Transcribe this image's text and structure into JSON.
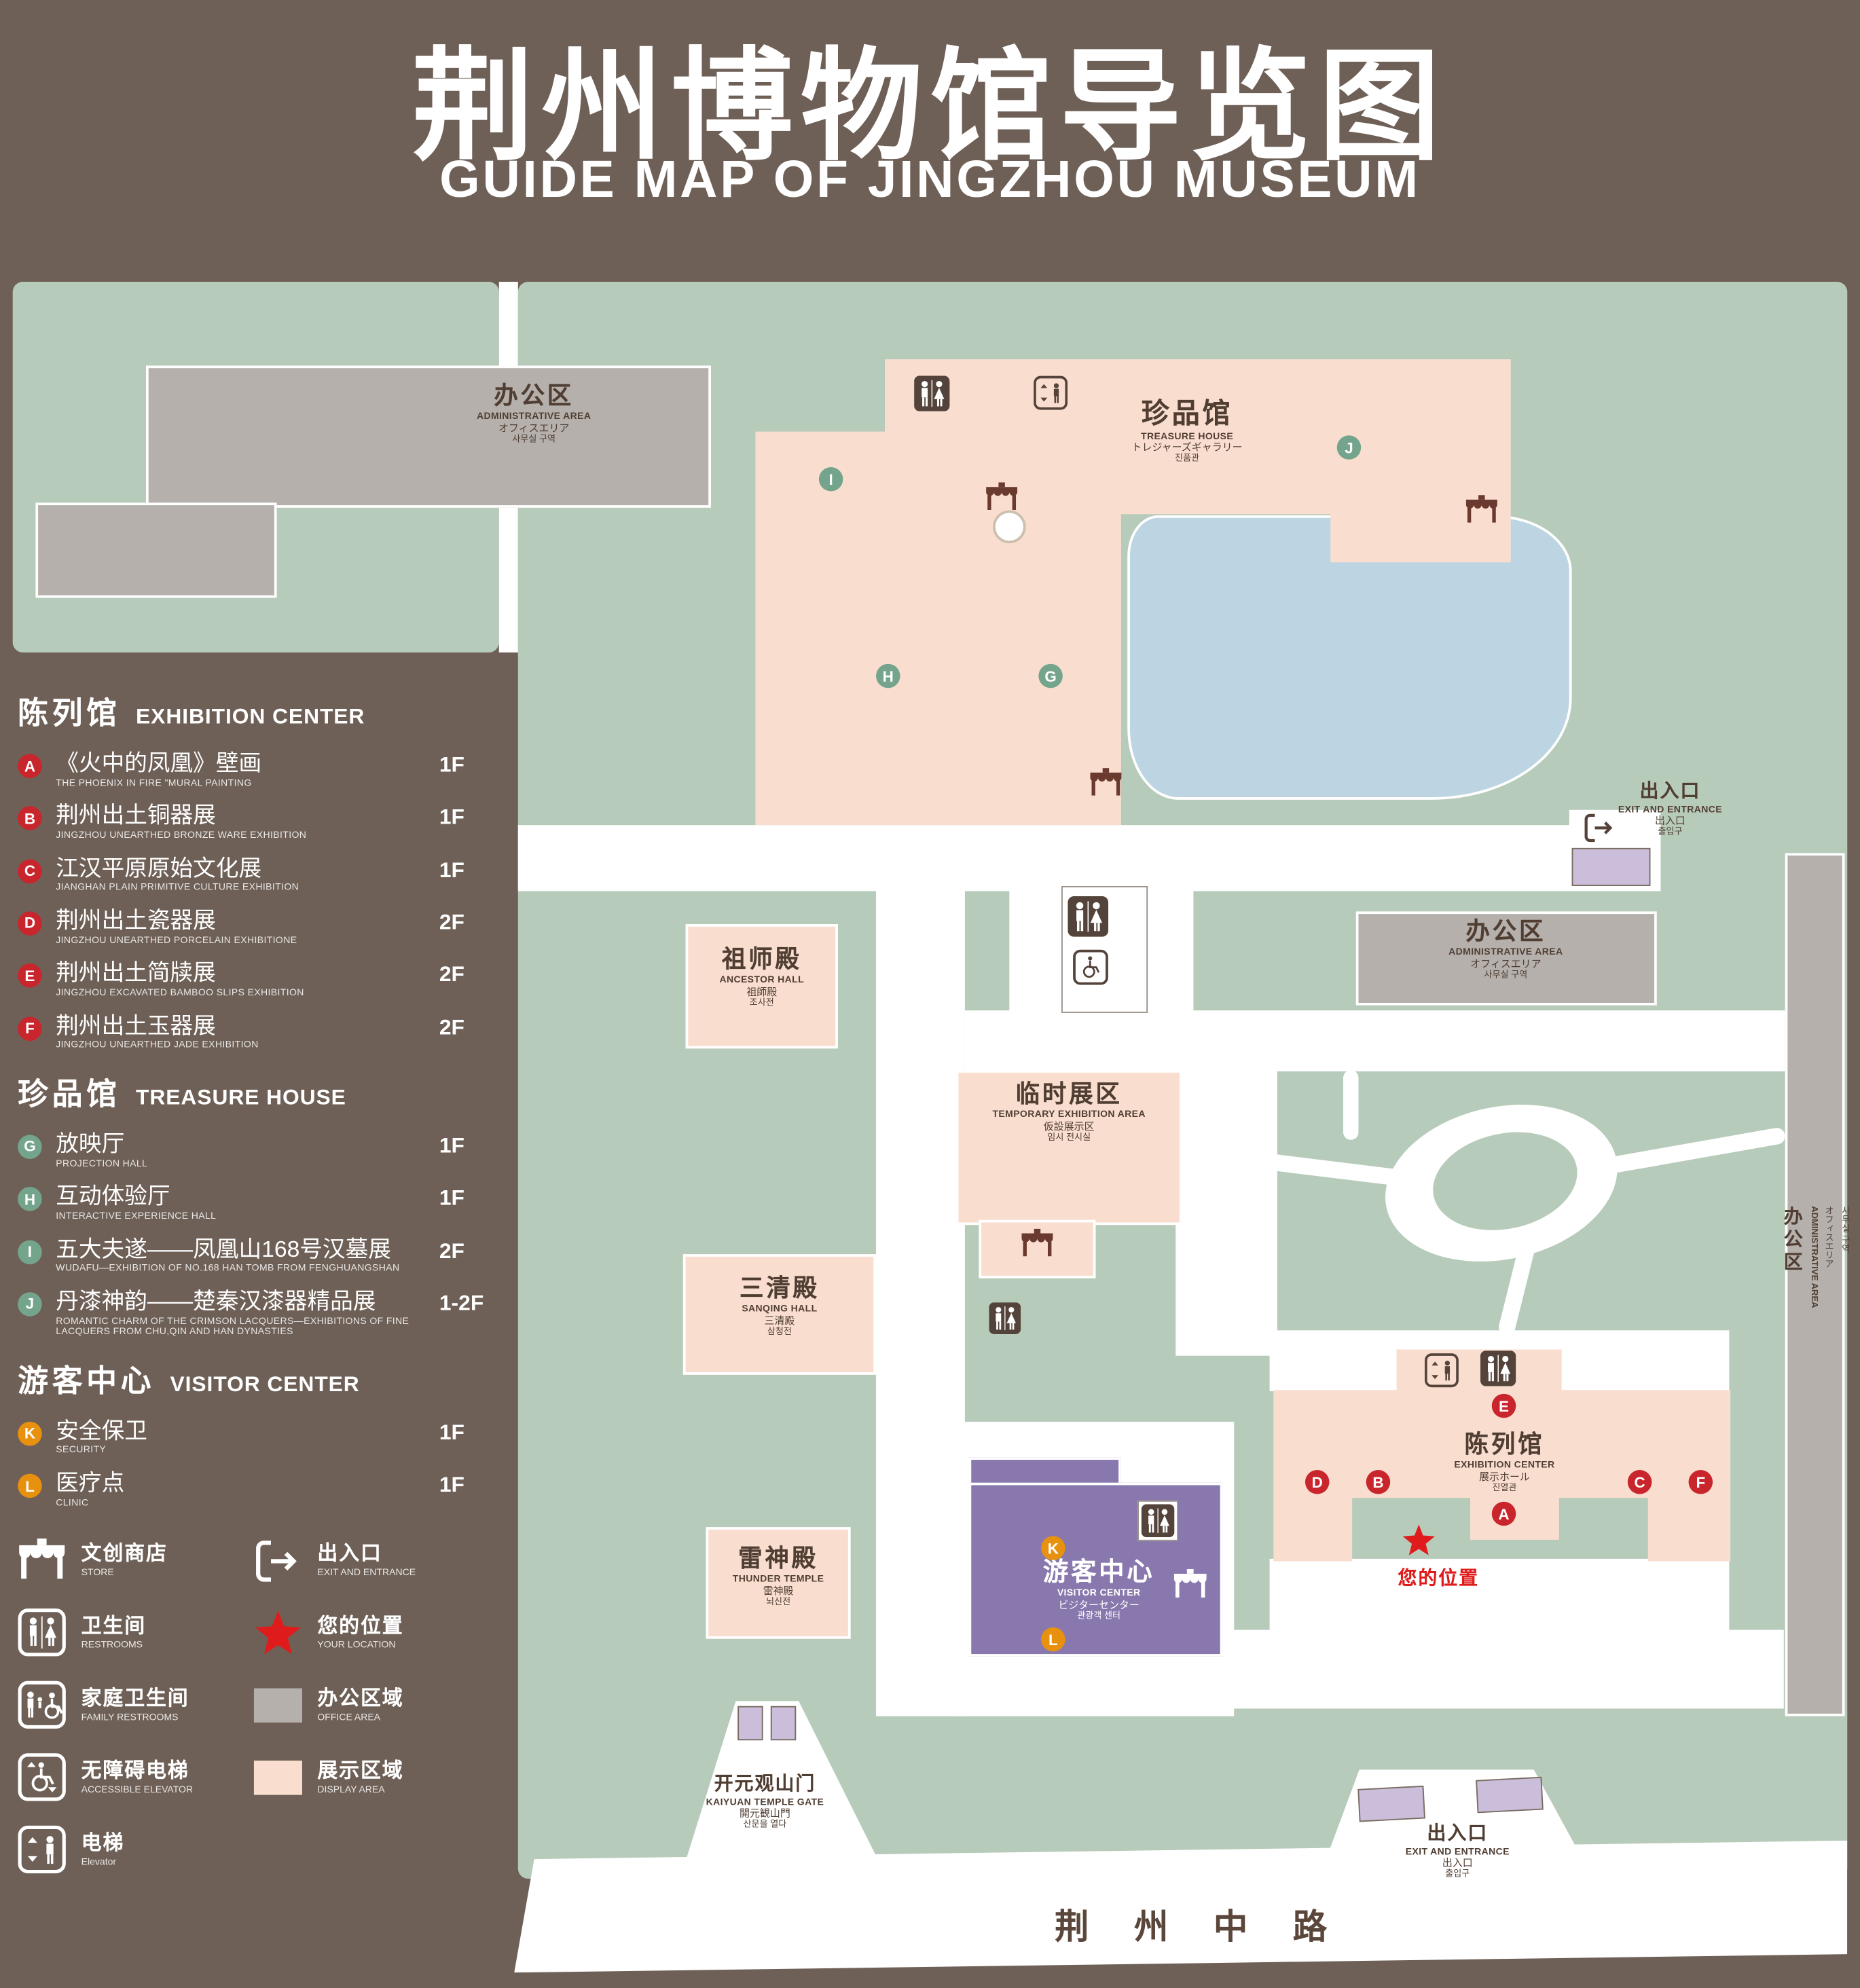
{
  "title": {
    "zh": "荆州博物馆导览图",
    "en": "GUIDE MAP OF JINGZHOU MUSEUM"
  },
  "colors": {
    "background": "#6e6057",
    "grounds_green": "#b7cbba",
    "display_area": "#f9ded0",
    "office_area": "#b5b0ab",
    "pond_blue": "#bdd5e2",
    "visitor_purple": "#8878ad",
    "entrance_lavender": "#cbbedb",
    "marker_red": "#c9252c",
    "marker_green": "#74a58c",
    "marker_orange": "#e8910f",
    "location_red": "#e01b1b",
    "dark_text": "#503e33"
  },
  "legend": {
    "sections": [
      {
        "zh": "陈列馆",
        "en": "EXHIBITION CENTER",
        "items": [
          {
            "letter": "A",
            "zh": "《火中的凤凰》壁画",
            "en": "THE PHOENIX IN FIRE \"MURAL PAINTING",
            "floor": "1F"
          },
          {
            "letter": "B",
            "zh": "荆州出土铜器展",
            "en": "JINGZHOU UNEARTHED BRONZE WARE EXHIBITION",
            "floor": "1F"
          },
          {
            "letter": "C",
            "zh": "江汉平原原始文化展",
            "en": "JIANGHAN PLAIN PRIMITIVE CULTURE EXHIBITION",
            "floor": "1F"
          },
          {
            "letter": "D",
            "zh": "荆州出土瓷器展",
            "en": "JINGZHOU UNEARTHED PORCELAIN EXHIBITIONE",
            "floor": "2F"
          },
          {
            "letter": "E",
            "zh": "荆州出土简牍展",
            "en": "JINGZHOU EXCAVATED BAMBOO SLIPS EXHIBITION",
            "floor": "2F"
          },
          {
            "letter": "F",
            "zh": "荆州出土玉器展",
            "en": "JINGZHOU UNEARTHED JADE EXHIBITION",
            "floor": "2F"
          }
        ]
      },
      {
        "zh": "珍品馆",
        "en": "TREASURE HOUSE",
        "items": [
          {
            "letter": "G",
            "zh": "放映厅",
            "en": "PROJECTION HALL",
            "floor": "1F"
          },
          {
            "letter": "H",
            "zh": "互动体验厅",
            "en": "INTERACTIVE EXPERIENCE HALL",
            "floor": "1F"
          },
          {
            "letter": "I",
            "zh": "五大夫遂——凤凰山168号汉墓展",
            "en": "WUDAFU—EXHIBITION OF NO.168 HAN TOMB FROM FENGHUANGSHAN",
            "floor": "2F"
          },
          {
            "letter": "J",
            "zh": "丹漆神韵——楚秦汉漆器精品展",
            "en": "ROMANTIC CHARM OF THE CRIMSON LACQUERS—EXHIBITIONS OF FINE LACQUERS FROM CHU,QIN AND HAN DYNASTIES",
            "floor": "1-2F"
          }
        ]
      },
      {
        "zh": "游客中心",
        "en": "VISITOR CENTER",
        "items": [
          {
            "letter": "K",
            "zh": "安全保卫",
            "en": "SECURITY",
            "floor": "1F"
          },
          {
            "letter": "L",
            "zh": "医疗点",
            "en": "CLINIC",
            "floor": "1F"
          }
        ]
      }
    ],
    "symbols": [
      {
        "zh": "文创商店",
        "en": "STORE"
      },
      {
        "zh": "出入口",
        "en": "EXIT AND ENTRANCE"
      },
      {
        "zh": "卫生间",
        "en": "RESTROOMS"
      },
      {
        "zh": "您的位置",
        "en": "YOUR LOCATION"
      },
      {
        "zh": "家庭卫生间",
        "en": "FAMILY RESTROOMS"
      },
      {
        "zh": "办公区域",
        "en": "OFFICE AREA"
      },
      {
        "zh": "无障碍电梯",
        "en": "ACCESSIBLE ELEVATOR"
      },
      {
        "zh": "展示区域",
        "en": "DISPLAY AREA"
      },
      {
        "zh": "电梯",
        "en": "Elevator"
      }
    ]
  },
  "map": {
    "buildings": {
      "admin": {
        "zh": "办公区",
        "en": "ADMINISTRATIVE AREA",
        "ja": "オフィスエリア",
        "ko": "사무실 구역"
      },
      "treasure": {
        "zh": "珍品馆",
        "en": "TREASURE HOUSE",
        "ja": "トレジャーズギャラリー",
        "ko": "진품관"
      },
      "ancestor": {
        "zh": "祖师殿",
        "en": "ANCESTOR HALL",
        "ja": "祖師殿",
        "ko": "조사전"
      },
      "temporary": {
        "zh": "临时展区",
        "en": "TEMPORARY EXHIBITION AREA",
        "ja": "仮設展示区",
        "ko": "임시 전시실"
      },
      "sanqing": {
        "zh": "三清殿",
        "en": "SANQING HALL",
        "ja": "三清殿",
        "ko": "삼청전"
      },
      "thunder": {
        "zh": "雷神殿",
        "en": "THUNDER TEMPLE",
        "ja": "雷神殿",
        "ko": "뇌신전"
      },
      "visitor": {
        "zh": "游客中心",
        "en": "VISITOR CENTER",
        "ja": "ビジターセンター",
        "ko": "관광객 센터"
      },
      "exhibition": {
        "zh": "陈列馆",
        "en": "EXHIBITION CENTER",
        "ja": "展示ホール",
        "ko": "진열관"
      },
      "gate": {
        "zh": "开元观山门",
        "en": "KAIYUAN TEMPLE GATE",
        "ja": "開元観山門",
        "ko": "산문을 열다"
      },
      "exit": {
        "zh": "出入口",
        "en": "EXIT AND ENTRANCE",
        "ja": "出入口",
        "ko": "출입구"
      }
    },
    "your_location": "您的位置",
    "road": "荆 州 中 路"
  }
}
